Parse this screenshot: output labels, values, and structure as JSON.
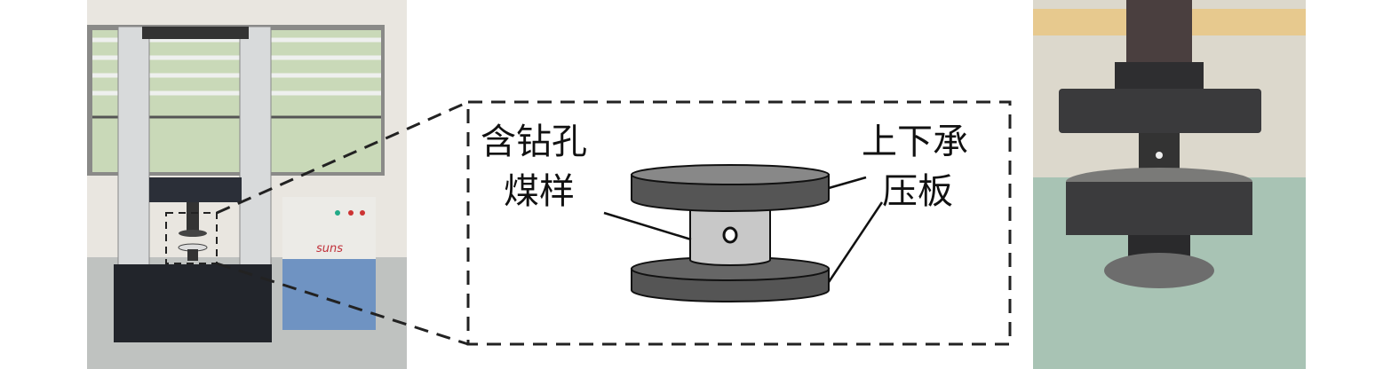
{
  "labels": {
    "specimen_line1": "含钻孔",
    "specimen_line2": "煤样",
    "plates_line1": "上下承",
    "plates_line2": "压板"
  },
  "photo_left": {
    "brand_text": "suns"
  },
  "colors": {
    "platen": "#555555",
    "specimen": "#c8c8c8",
    "dash": "#222222"
  }
}
